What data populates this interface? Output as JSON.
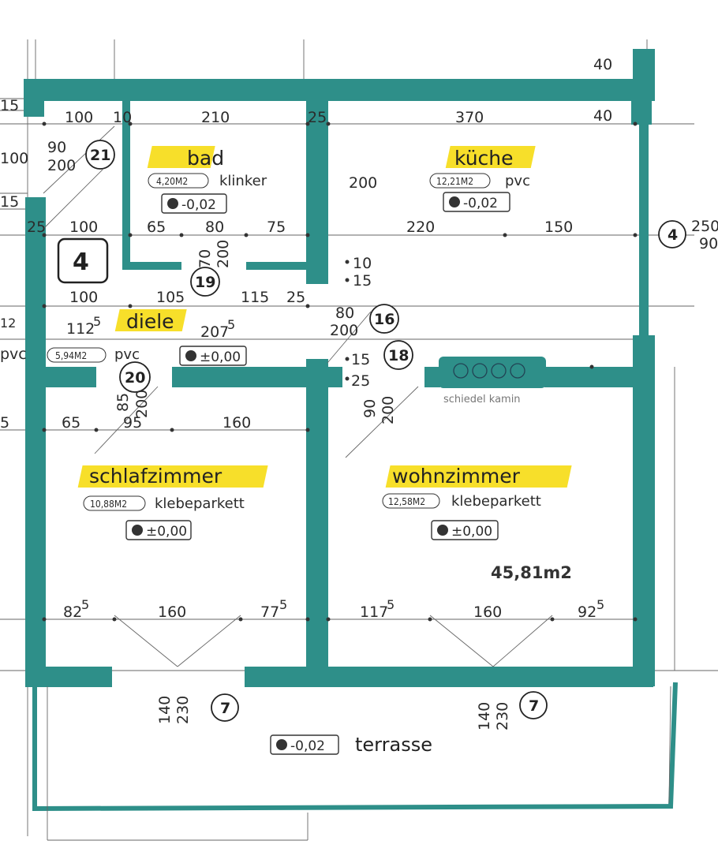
{
  "rooms": {
    "bad": {
      "name": "bad",
      "area": "4,20M2",
      "material": "klinker",
      "level": "-0,02"
    },
    "kueche": {
      "name": "küche",
      "area": "12,21M2",
      "material": "pvc",
      "level": "-0,02"
    },
    "diele": {
      "name": "diele",
      "area": "5,94M2",
      "material": "pvc",
      "level": "±0,00"
    },
    "schlafzimmer": {
      "name": "schlafzimmer",
      "area": "10,88M2",
      "material": "klebeparkett",
      "level": "±0,00"
    },
    "wohnzimmer": {
      "name": "wohnzimmer",
      "area": "12,58M2",
      "material": "klebeparkett",
      "level": "±0,00"
    },
    "terrasse": {
      "name": "terrasse",
      "level": "-0,02"
    }
  },
  "total_area": "45,81m2",
  "unit_number": "4",
  "kamin_label": "schiedel kamin",
  "markers": {
    "m21": "21",
    "m19": "19",
    "m20": "20",
    "m16": "16",
    "m18": "18",
    "m7a": "7",
    "m7b": "7",
    "m4": "4"
  },
  "dims": {
    "top_left_15": "15",
    "d100a": "100",
    "d10": "10",
    "d210": "210",
    "d25a": "25",
    "d370": "370",
    "d40a": "40",
    "d40b": "40",
    "d90a": "90",
    "d200a": "200",
    "d100b": "100",
    "d15b": "15",
    "d200b": "200",
    "d25b": "25",
    "d100c": "100",
    "d65a": "65",
    "d80a": "80",
    "d75": "75",
    "d220": "220",
    "d150": "150",
    "d70": "70",
    "d200c": "200",
    "d10b": "10",
    "d15c": "15",
    "d100d": "100",
    "d105": "105",
    "d115": "115",
    "d25c": "25",
    "d80b": "80",
    "d200d": "200",
    "d112": "112",
    "d112sup": "5",
    "d207": "207",
    "d207sup": "5",
    "d15d": "15",
    "d25d": "25",
    "d85": "85",
    "d200e": "200",
    "d65b": "65",
    "d95": "95",
    "d160a": "160",
    "d90b": "90",
    "d200f": "200",
    "d82": "82",
    "d82sup": "5",
    "d160b": "160",
    "d77": "77",
    "d77sup": "5",
    "d117": "117",
    "d117sup": "5",
    "d160c": "160",
    "d92": "92",
    "d92sup": "5",
    "d140a": "140",
    "d230a": "230",
    "d140b": "140",
    "d230b": "230",
    "d250": "250",
    "d90c": "90",
    "edge5": "5",
    "edge12": "12",
    "edge_pvc": "pvc"
  }
}
